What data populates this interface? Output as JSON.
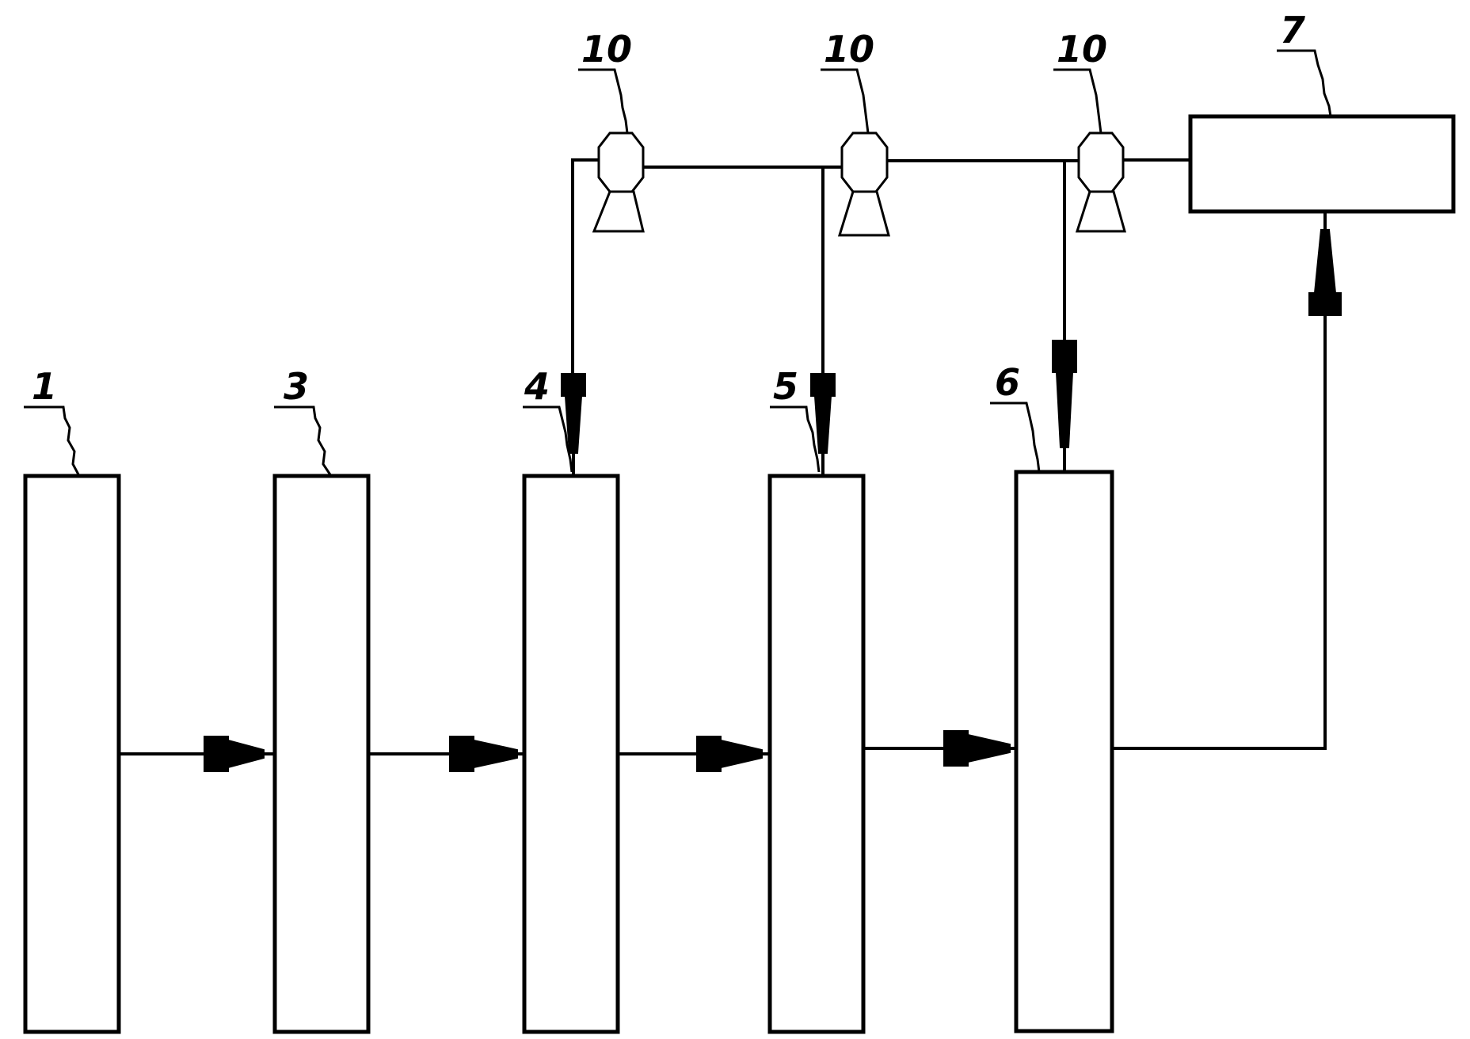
{
  "labels": {
    "unit_1": "1",
    "unit_3": "3",
    "unit_4": "4",
    "unit_5": "5",
    "unit_6": "6",
    "unit_7": "7",
    "pump_a": "10",
    "pump_b": "10",
    "pump_c": "10"
  }
}
